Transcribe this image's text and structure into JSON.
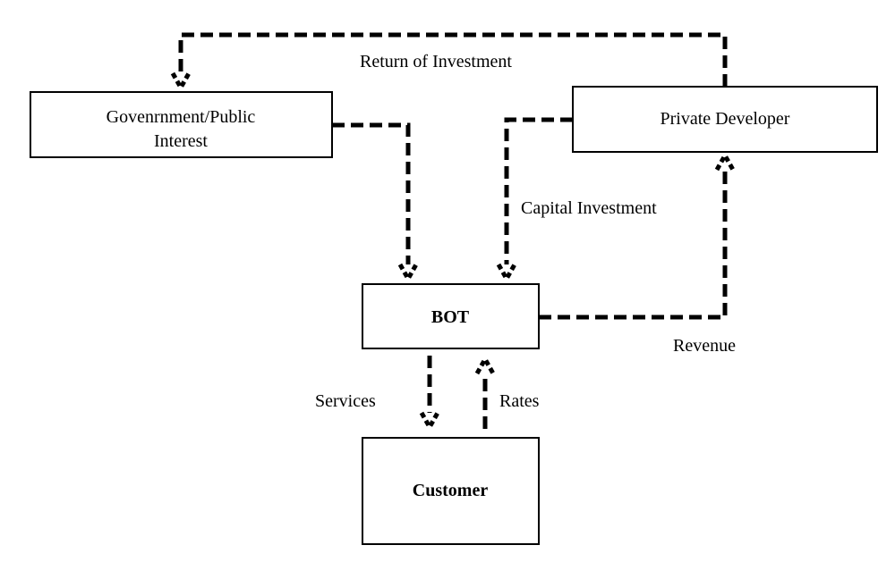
{
  "nodes": {
    "government": {
      "line1": "Govenrnment/Public",
      "line2": "Interest"
    },
    "developer": {
      "label": "Private Developer"
    },
    "bot": {
      "label": "BOT"
    },
    "customer": {
      "label": "Customer"
    }
  },
  "edges": {
    "return_of_investment": "Return of Investment",
    "capital_investment": "Capital Investment",
    "revenue": "Revenue",
    "services": "Services",
    "rates": "Rates"
  },
  "style": {
    "line_color": "#000000",
    "box_border": "#000000",
    "background": "#ffffff"
  }
}
